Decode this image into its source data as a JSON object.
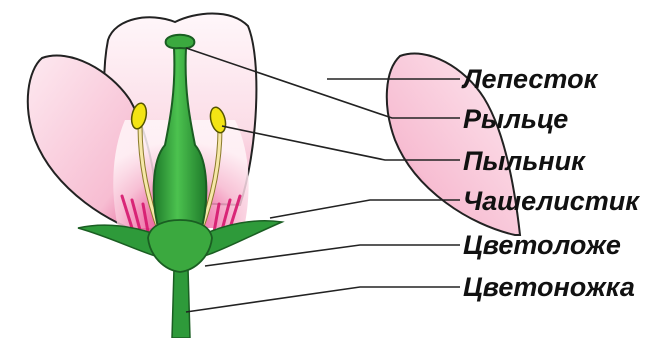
{
  "labels": {
    "petal": "Лепесток",
    "stigma": "Рыльце",
    "anther": "Пыльник",
    "sepal": "Чашелистик",
    "receptacle": "Цветоложе",
    "pedicel": "Цветоножка"
  },
  "colors": {
    "outline": "#222222",
    "petal_light": "#fbe3ea",
    "petal_pink": "#f39ac0",
    "petal_magenta": "#d6176e",
    "pistil_green": "#3ba93f",
    "pistil_dark": "#1e7a2a",
    "sepal_green": "#2e9a3a",
    "anther_yellow": "#f3e414",
    "filament": "#f6e7a8",
    "text": "#111111"
  },
  "icons": {
    "flower": "flower-diagram"
  }
}
